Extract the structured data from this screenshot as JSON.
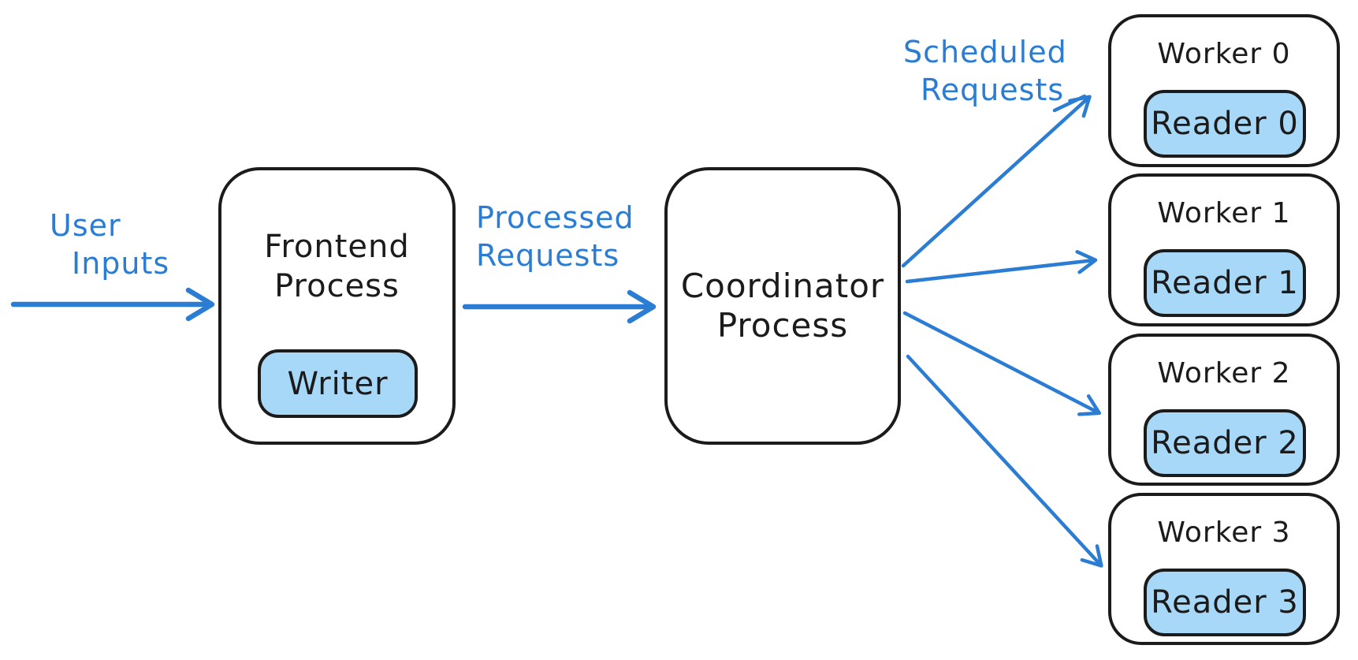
{
  "colors": {
    "accent_blue": "#2b7cd3",
    "light_blue_fill": "#a8d8f8",
    "ink_black": "#1b1b1b",
    "canvas_bg": "#ffffff"
  },
  "flow_labels": {
    "user_inputs": {
      "line1": "User",
      "line2": "Inputs"
    },
    "processed_requests": {
      "line1": "Processed",
      "line2": "Requests"
    },
    "scheduled_requests": {
      "line1": "Scheduled",
      "line2": "Requests"
    }
  },
  "frontend_process": {
    "title_line1": "Frontend",
    "title_line2": "Process",
    "writer_label": "Writer"
  },
  "coordinator_process": {
    "title_line1": "Coordinator",
    "title_line2": "Process"
  },
  "workers": [
    {
      "label": "Worker 0",
      "reader_label": "Reader 0"
    },
    {
      "label": "Worker 1",
      "reader_label": "Reader 1"
    },
    {
      "label": "Worker 2",
      "reader_label": "Reader 2"
    },
    {
      "label": "Worker 3",
      "reader_label": "Reader 3"
    }
  ]
}
